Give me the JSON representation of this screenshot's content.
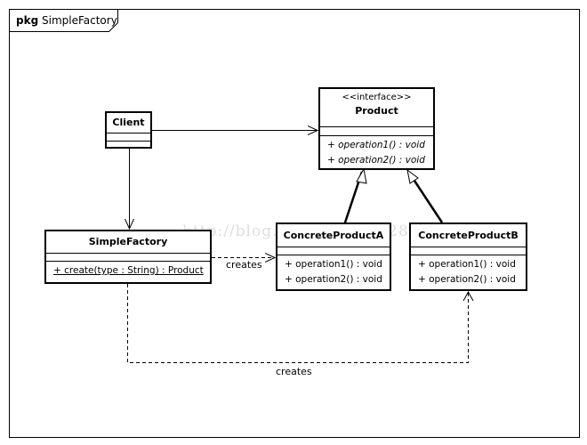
{
  "package": {
    "keyword": "pkg",
    "name": "SimpleFactory"
  },
  "classes": {
    "client": {
      "name": "Client"
    },
    "product": {
      "stereotype": "<<interface>>",
      "name": "Product",
      "operations": [
        "+ operation1() : void",
        "+ operation2() : void"
      ]
    },
    "simple_factory": {
      "name": "SimpleFactory",
      "operations": [
        "+ create(type : String) : Product"
      ]
    },
    "concrete_a": {
      "name": "ConcreteProductA",
      "operations": [
        "+ operation1() : void",
        "+ operation2() : void"
      ]
    },
    "concrete_b": {
      "name": "ConcreteProductB",
      "operations": [
        "+ operation1() : void",
        "+ operation2() : void"
      ]
    }
  },
  "relations": {
    "creates_a_label": "creates",
    "creates_b_label": "creates"
  },
  "watermark": "http://blog.csdn.net/u01286"
}
